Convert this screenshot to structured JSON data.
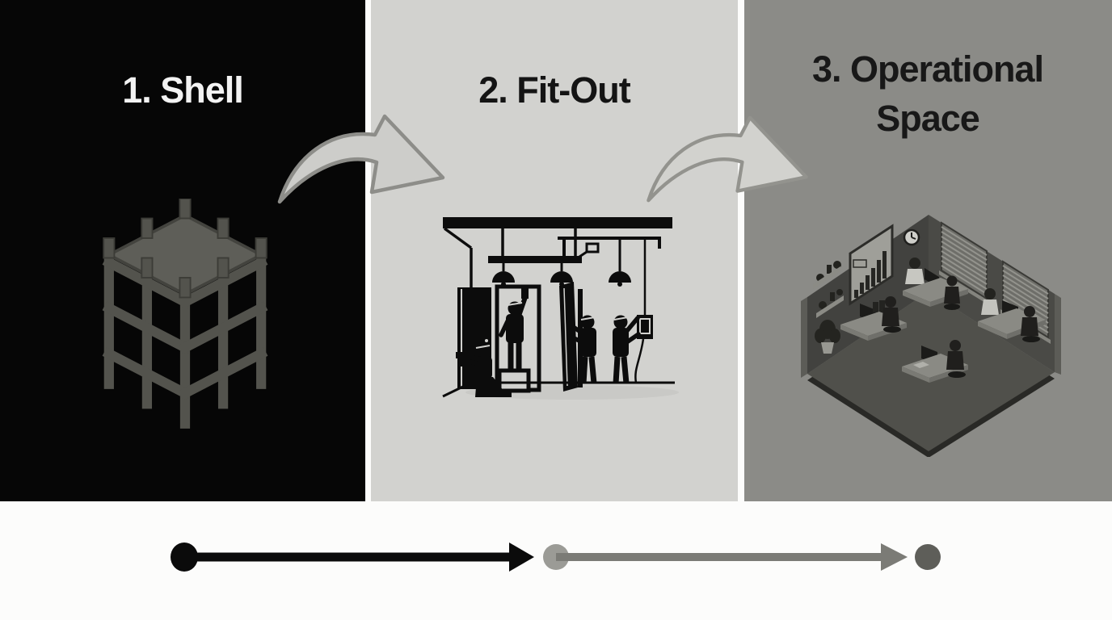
{
  "stages": [
    {
      "index": 1,
      "title": "1. Shell",
      "name": "Shell",
      "panel_bg": "#060606",
      "title_color": "#f3f3f3",
      "illustration": "isometric-building-shell-frame"
    },
    {
      "index": 2,
      "title": "2. Fit-Out",
      "name": "Fit-Out",
      "panel_bg": "#d2d2cf",
      "title_color": "#141414",
      "illustration": "fit-out-construction-workers-pictogram"
    },
    {
      "index": 3,
      "title": "3. Operational Space",
      "name": "Operational Space",
      "panel_bg": "#8b8b87",
      "title_color": "#181818",
      "illustration": "isometric-office-workspace"
    }
  ],
  "transition_arrows": [
    {
      "from": "Shell",
      "to": "Fit-Out",
      "shape": "curved-swoosh",
      "fill": "#cdcdca",
      "outline": "#8d8d89"
    },
    {
      "from": "Fit-Out",
      "to": "Operational Space",
      "shape": "curved-swoosh",
      "fill": "#d2d2ce",
      "outline": "#93938e"
    }
  ],
  "timeline": {
    "background": "#fcfcfb",
    "segments": [
      {
        "from": "Shell",
        "to": "Fit-Out",
        "line_color": "#0b0b0b",
        "start_dot_color": "#0b0b0b"
      },
      {
        "from": "Fit-Out",
        "to": "Operational Space",
        "line_color": "#7b7b76",
        "start_dot_color": "#9b9b96",
        "end_dot_color": "#5e5e59"
      }
    ]
  },
  "panel_divider_color": "#fcfcfb"
}
